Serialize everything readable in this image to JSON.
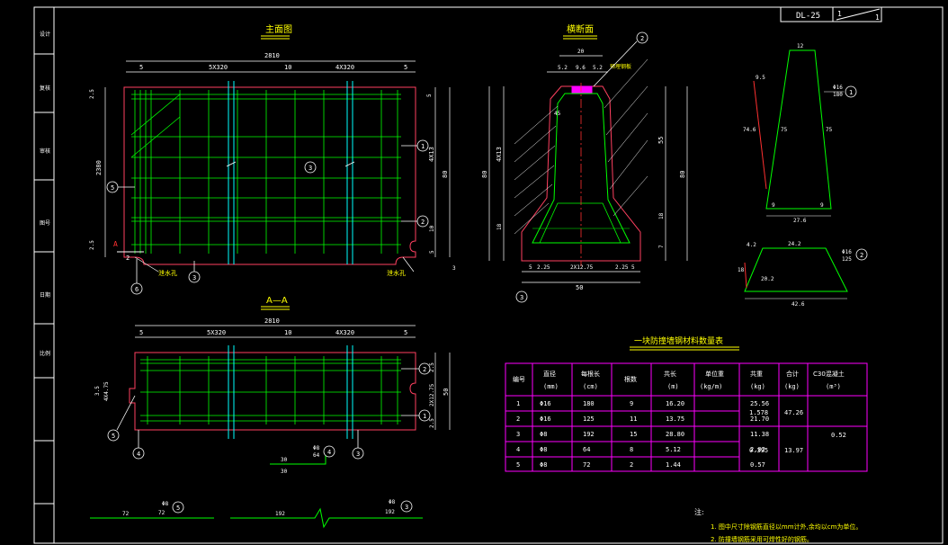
{
  "sheet": {
    "drawing_code": "DL-25",
    "sheet_no": "1",
    "sheet_total": "1"
  },
  "views": {
    "front_title": "主面图",
    "section_title": "横断面",
    "aa_title": "A—A",
    "table_title": "一块防撞墙钢材料数量表"
  },
  "front": {
    "total": "2810",
    "d_left": "5",
    "span1": "5X320",
    "d_mid": "10",
    "span2": "4X320",
    "d_right": "5",
    "height_lbl": "2380",
    "dim_tl": "2.5",
    "dim_5a": "5",
    "dim_5b": "5",
    "dim_4x1": "4X13",
    "dim_80": "80",
    "dim_10": "10",
    "dim_3": "3",
    "dim_a": "2.5",
    "label_a": "A",
    "label_2": "2",
    "drain_hole": "泄水孔",
    "drain_hole2": "泄水孔"
  },
  "section": {
    "w_top": "20",
    "d1": "5.2",
    "d2": "9.6",
    "d3": "5.2",
    "note": "预埋钢板",
    "h1": "80",
    "h2": "4X13",
    "h3": "18",
    "h4": "55",
    "h5": "18",
    "h6": "80",
    "h7": "7",
    "b1": "5",
    "b2": "2.25",
    "b3": "2X12.75",
    "b4": "2.25",
    "b5": "5",
    "base": "50",
    "angle": "45"
  },
  "aa": {
    "total": "2810",
    "d_left": "5",
    "span1": "5X320",
    "d_mid": "10",
    "span2": "4X320",
    "d_right": "5",
    "left1": "3.5",
    "left2": "4X4.75",
    "right1": "2.5",
    "right2": "2X12.75",
    "right3": "2.5",
    "h": "50"
  },
  "bar1": {
    "top": "12",
    "left": "9.5",
    "right": "75",
    "h": "74.6",
    "b1": "9",
    "b2": "9",
    "base": "27.6",
    "dia": "Φ16",
    "len": "180"
  },
  "bar2": {
    "top": "24.2",
    "left": "4.2",
    "h": "18",
    "side": "20.2",
    "base": "42.6",
    "dia": "Φ16",
    "len": "125"
  },
  "small_bars": {
    "b4_len": "30",
    "b4_dia": "Φ8",
    "b4_l": "64",
    "b4_bottom": "30",
    "b5_dia": "Φ8",
    "b5_len": "72",
    "b5_l": "72",
    "b3_dia": "Φ8",
    "b3_len": "192",
    "b3_l": "192"
  },
  "callouts": [
    "1",
    "2",
    "3",
    "4",
    "5",
    "6"
  ],
  "table": {
    "headers": [
      [
        "编号",
        ""
      ],
      [
        "直径",
        "(mm)"
      ],
      [
        "每根长",
        "(cm)"
      ],
      [
        "根数",
        ""
      ],
      [
        "共长",
        "(m)"
      ],
      [
        "单位重",
        "(kg/m)"
      ],
      [
        "共重",
        "(kg)"
      ],
      [
        "合计",
        "(kg)"
      ],
      [
        "C30混凝土",
        "(m³)"
      ]
    ],
    "rows": [
      [
        "1",
        "Φ16",
        "180",
        "9",
        "16.20",
        "25.56"
      ],
      [
        "2",
        "Φ16",
        "125",
        "11",
        "13.75",
        "21.70"
      ],
      [
        "3",
        "Φ8",
        "192",
        "15",
        "28.80",
        "11.38"
      ],
      [
        "4",
        "Φ8",
        "64",
        "8",
        "5.12",
        "2.02"
      ],
      [
        "5",
        "Φ8",
        "72",
        "2",
        "1.44",
        "0.57"
      ]
    ],
    "unit_wt_a": "1.578",
    "unit_wt_b": "0.395",
    "total_a": "47.26",
    "total_b": "13.97",
    "concrete": "0.52"
  },
  "notes": {
    "title": "注:",
    "line1": "1. 图中尺寸除钢筋直径以mm计外,余均以cm为单位。",
    "line2": "2. 防撞墙钢筋采用可焊性好的钢筋。"
  },
  "title_block": [
    "设计",
    "复核",
    "审核",
    "图号",
    "日期",
    "比例"
  ]
}
